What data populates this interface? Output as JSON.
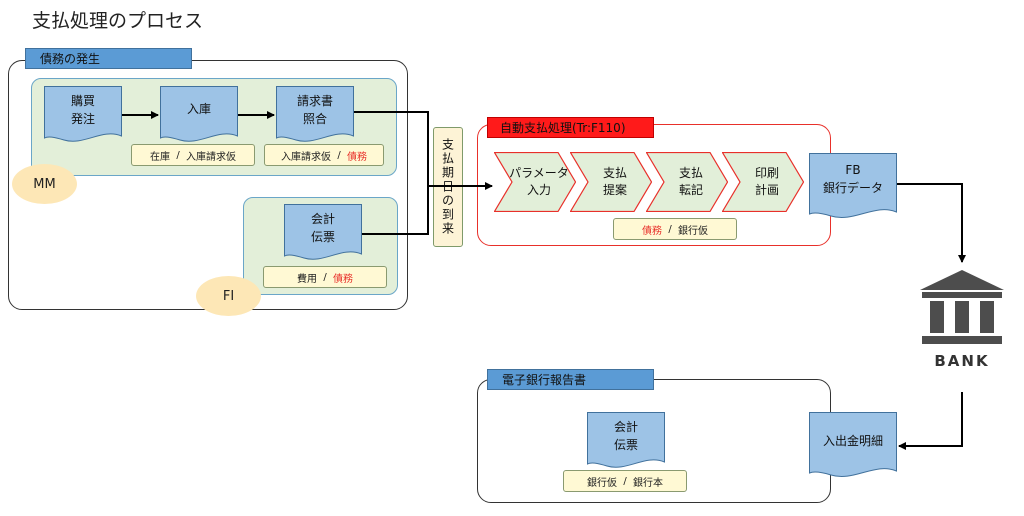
{
  "title": "支払処理のプロセス",
  "groups": {
    "debt": "債務の発生",
    "auto": "自動支払処理(Tr:F110)",
    "report": "電子銀行報告書"
  },
  "modules": {
    "mm": "MM",
    "fi": "FI"
  },
  "docs": {
    "purchase": [
      "購買",
      "発注"
    ],
    "receipt": "入庫",
    "invoice": [
      "請求書",
      "照合"
    ],
    "fi_slip": [
      "会計",
      "伝票"
    ],
    "fb": [
      "FB",
      "銀行データ"
    ],
    "statement": "入出金明細",
    "report_slip": [
      "会計",
      "伝票"
    ]
  },
  "tags": {
    "receipt": {
      "a": "在庫",
      "sep": "/",
      "b": "入庫請求仮"
    },
    "invoice": {
      "a": "入庫請求仮",
      "sep": "/",
      "b": "債務"
    },
    "fi": {
      "a": "費用",
      "sep": "/",
      "b": "債務"
    },
    "auto": {
      "a": "債務",
      "sep": "/",
      "b": "銀行仮"
    },
    "report": {
      "a": "銀行仮",
      "sep": "/",
      "b": "銀行本"
    }
  },
  "due_date": "支払期日の到来",
  "steps": [
    [
      "パラメータ",
      "入力"
    ],
    [
      "支払",
      "提案"
    ],
    [
      "支払",
      "転記"
    ],
    [
      "印刷",
      "計画"
    ]
  ],
  "bank": "BANK",
  "colors": {
    "doc_fill": "#9dc3e6",
    "doc_stroke": "#41719c",
    "chevron_fill": "#e2efd9",
    "chevron_stroke": "#e8302a",
    "header_blue": "#5b9bd5",
    "header_red": "#ff1a1a",
    "debt_red": "#e8302a"
  }
}
